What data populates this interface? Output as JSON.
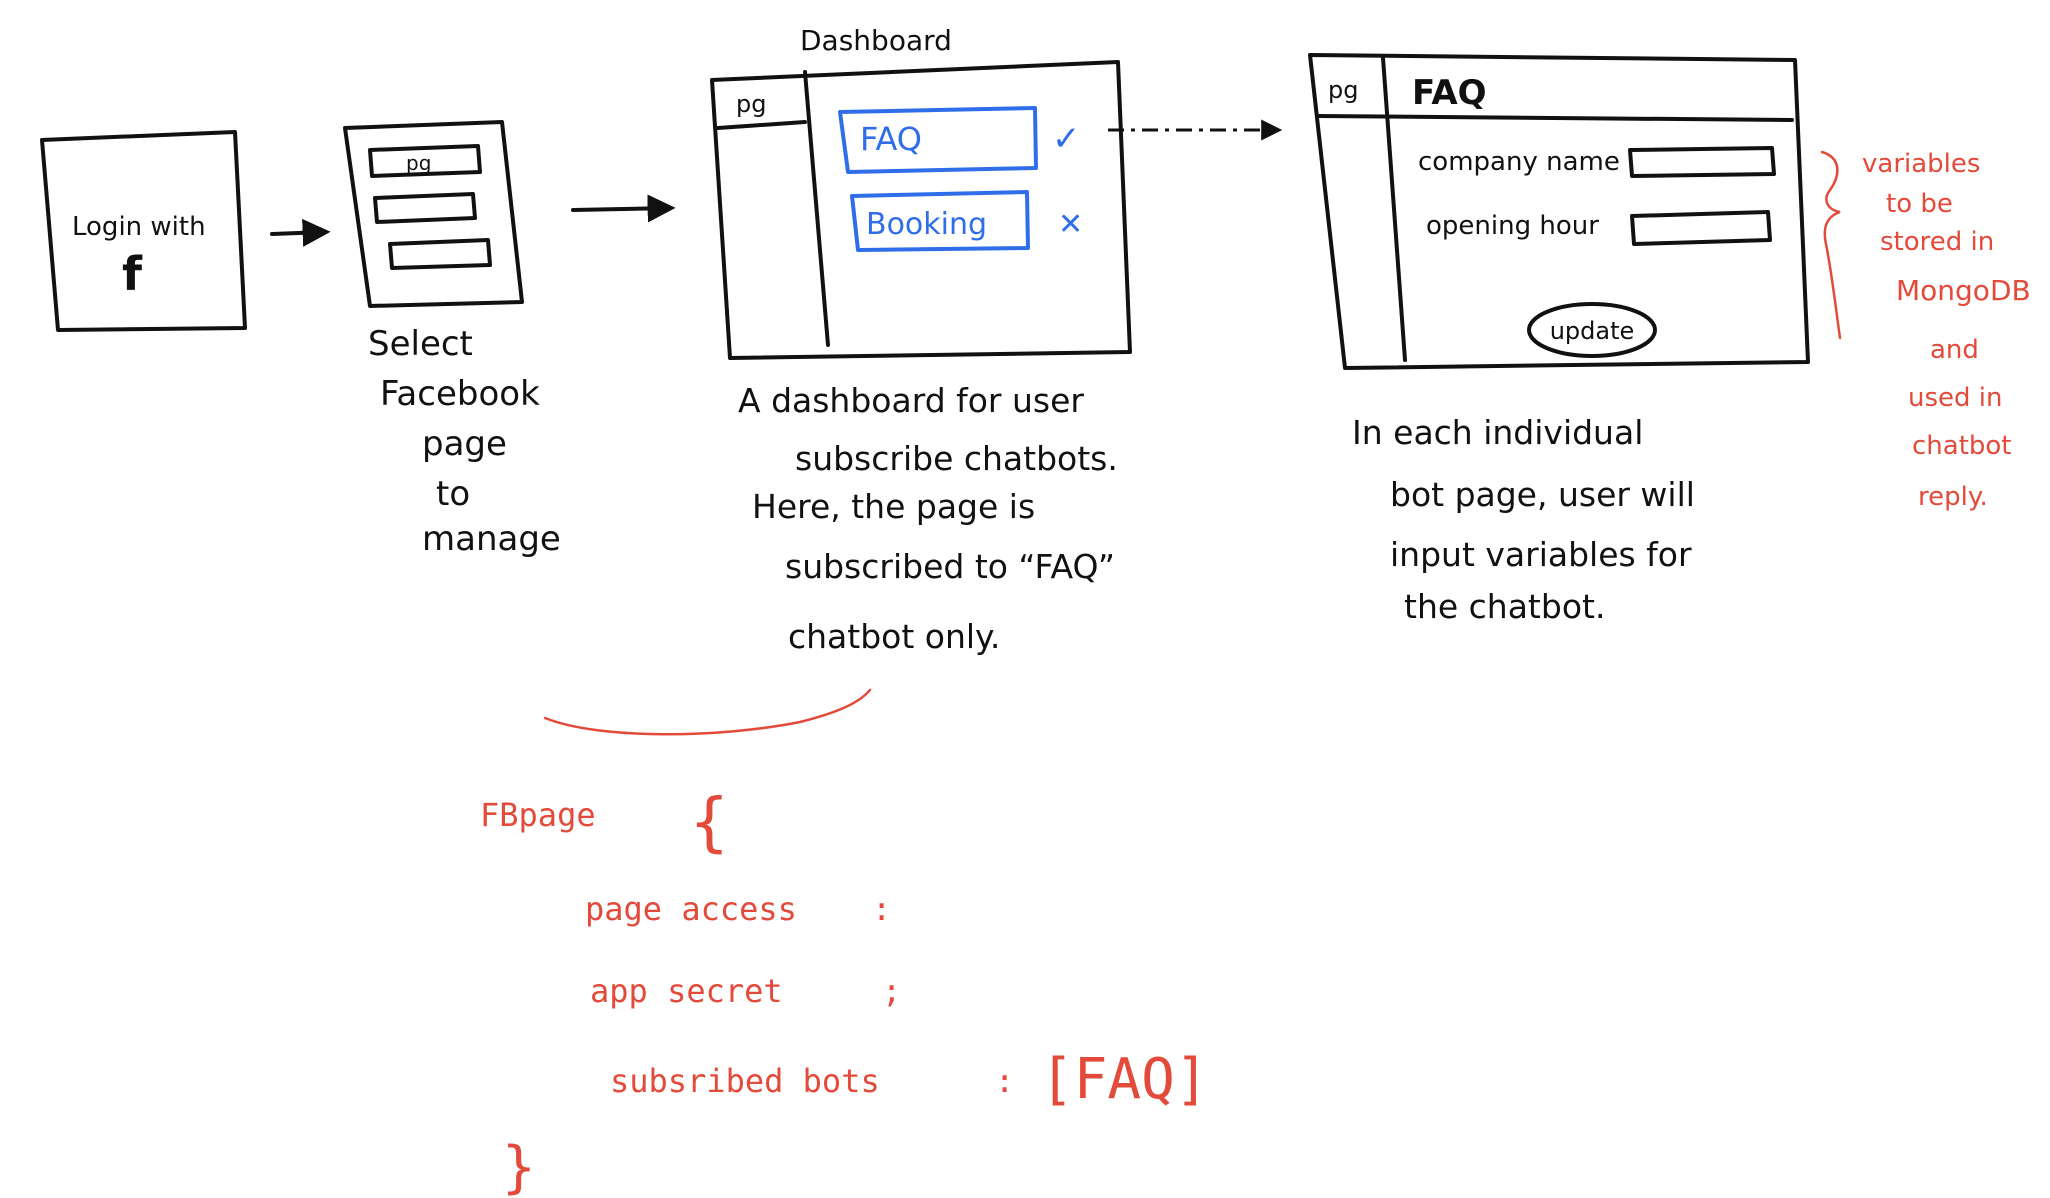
{
  "login": {
    "label": "Login with",
    "fb_glyph": "f"
  },
  "select_page": {
    "mock_label": "pg",
    "caption": [
      "Select",
      "Facebook",
      "page",
      "to",
      "manage"
    ]
  },
  "dashboard": {
    "title": "Dashboard",
    "sidebar_label": "pg",
    "items": [
      {
        "label": "FAQ",
        "status": "✓"
      },
      {
        "label": "Booking",
        "status": "✕"
      }
    ],
    "caption": [
      "A dashboard for user",
      "subscribe chatbots.",
      "Here, the page is",
      "subscribed to “FAQ”",
      "chatbot only."
    ]
  },
  "faq_page": {
    "sidebar_label": "pg",
    "title": "FAQ",
    "fields": [
      "company name",
      "opening hour"
    ],
    "button": "update",
    "caption": [
      "In each individual",
      "bot page, user will",
      "input variables for",
      "the chatbot."
    ]
  },
  "side_note": [
    "variables",
    "to be",
    "stored in",
    "MongoDB",
    "and",
    "used in",
    "chatbot",
    "reply."
  ],
  "schema": {
    "name": "FBpage",
    "open_brace": "{",
    "fields": [
      {
        "key": "page access",
        "sep": ":"
      },
      {
        "key": "app secret",
        "sep": ";"
      },
      {
        "key": "subsribed bots",
        "sep": ":",
        "value": "[FAQ]"
      }
    ],
    "close_brace": "}"
  },
  "colors": {
    "ink": "#111111",
    "blue": "#2f6ee8",
    "red": "#e44a3a"
  },
  "icons": [
    "facebook-icon",
    "check-icon",
    "cross-icon",
    "arrow-right-icon"
  ]
}
